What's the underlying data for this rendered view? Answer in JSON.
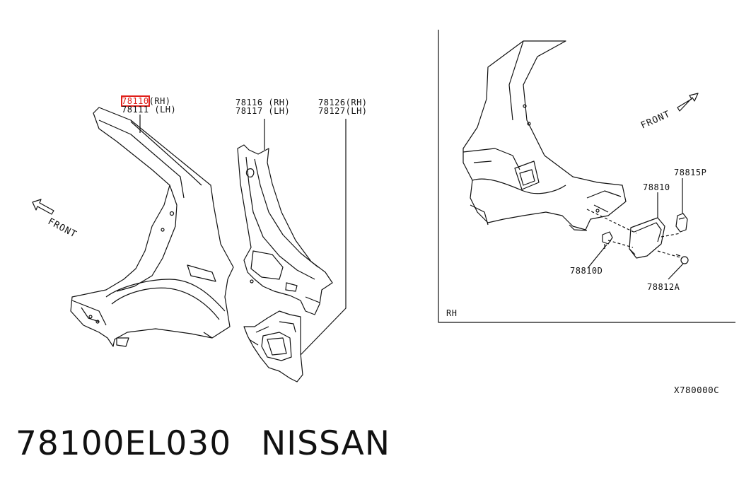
{
  "left_labels": {
    "p78110": "78110",
    "p78110_side": "(RH)",
    "p78111": "78111 (LH)",
    "p78116": "78116 (RH)",
    "p78117": "78117 (LH)",
    "p78126": "78126(RH)",
    "p78127": "78127(LH)",
    "front_left": "FRONT"
  },
  "inset": {
    "front_right": "FRONT",
    "p78815P": "78815P",
    "p78810": "78810",
    "p78810D": "78810D",
    "p78812A": "78812A",
    "side": "RH"
  },
  "diagram_code": "X780000C",
  "footer": {
    "part_number": "78100EL030",
    "brand": "NISSAN"
  },
  "colors": {
    "highlight": "#e0201a",
    "ink": "#111111"
  }
}
